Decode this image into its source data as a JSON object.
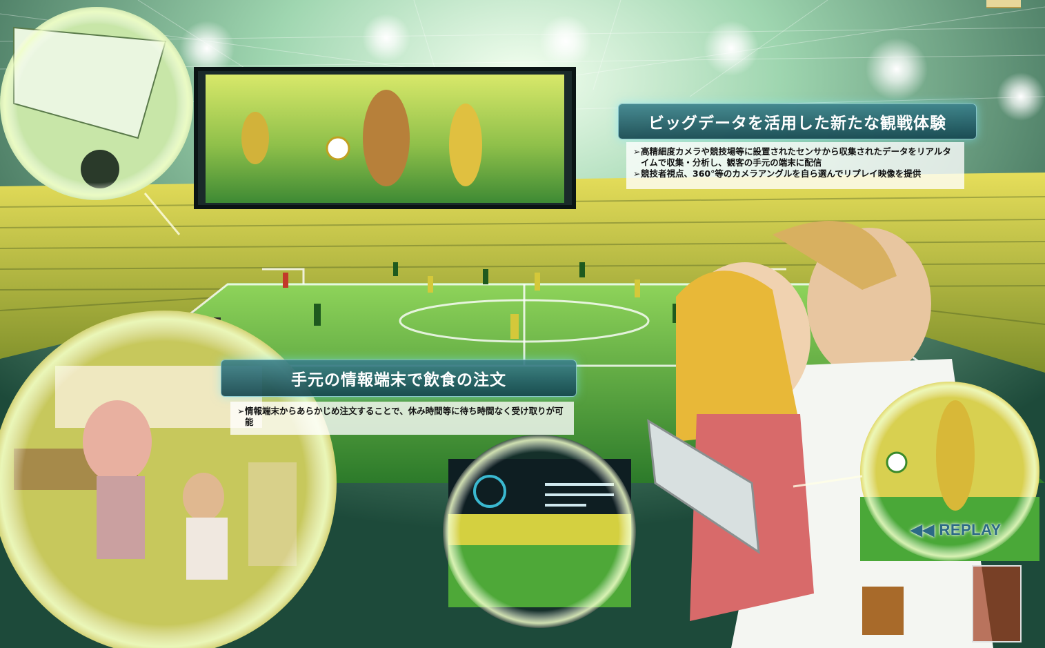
{
  "big_data": {
    "title": "ビッグデータを活用した新たな観戦体験",
    "bullets": [
      "高精細度カメラや競技場等に設置されたセンサから収集されたデータをリアルタイムで収集・分析し、観客の手元の端末に配信",
      "競技者視点、360°等のカメラアングルを自ら選んでリプレイ映像を提供"
    ]
  },
  "order": {
    "title": "手元の情報端末で飲食の注文",
    "bullets": [
      "情報端末からあらかじめ注文することで、休み時間等に待ち時間なく受け取りが可能"
    ]
  },
  "replay": {
    "label": "◀◀ REPLAY"
  },
  "colors": {
    "pitch": "#3f9a3a",
    "stands": "#c9c33a",
    "banner": "#2f7f86",
    "glow": "#d8ffd0"
  }
}
